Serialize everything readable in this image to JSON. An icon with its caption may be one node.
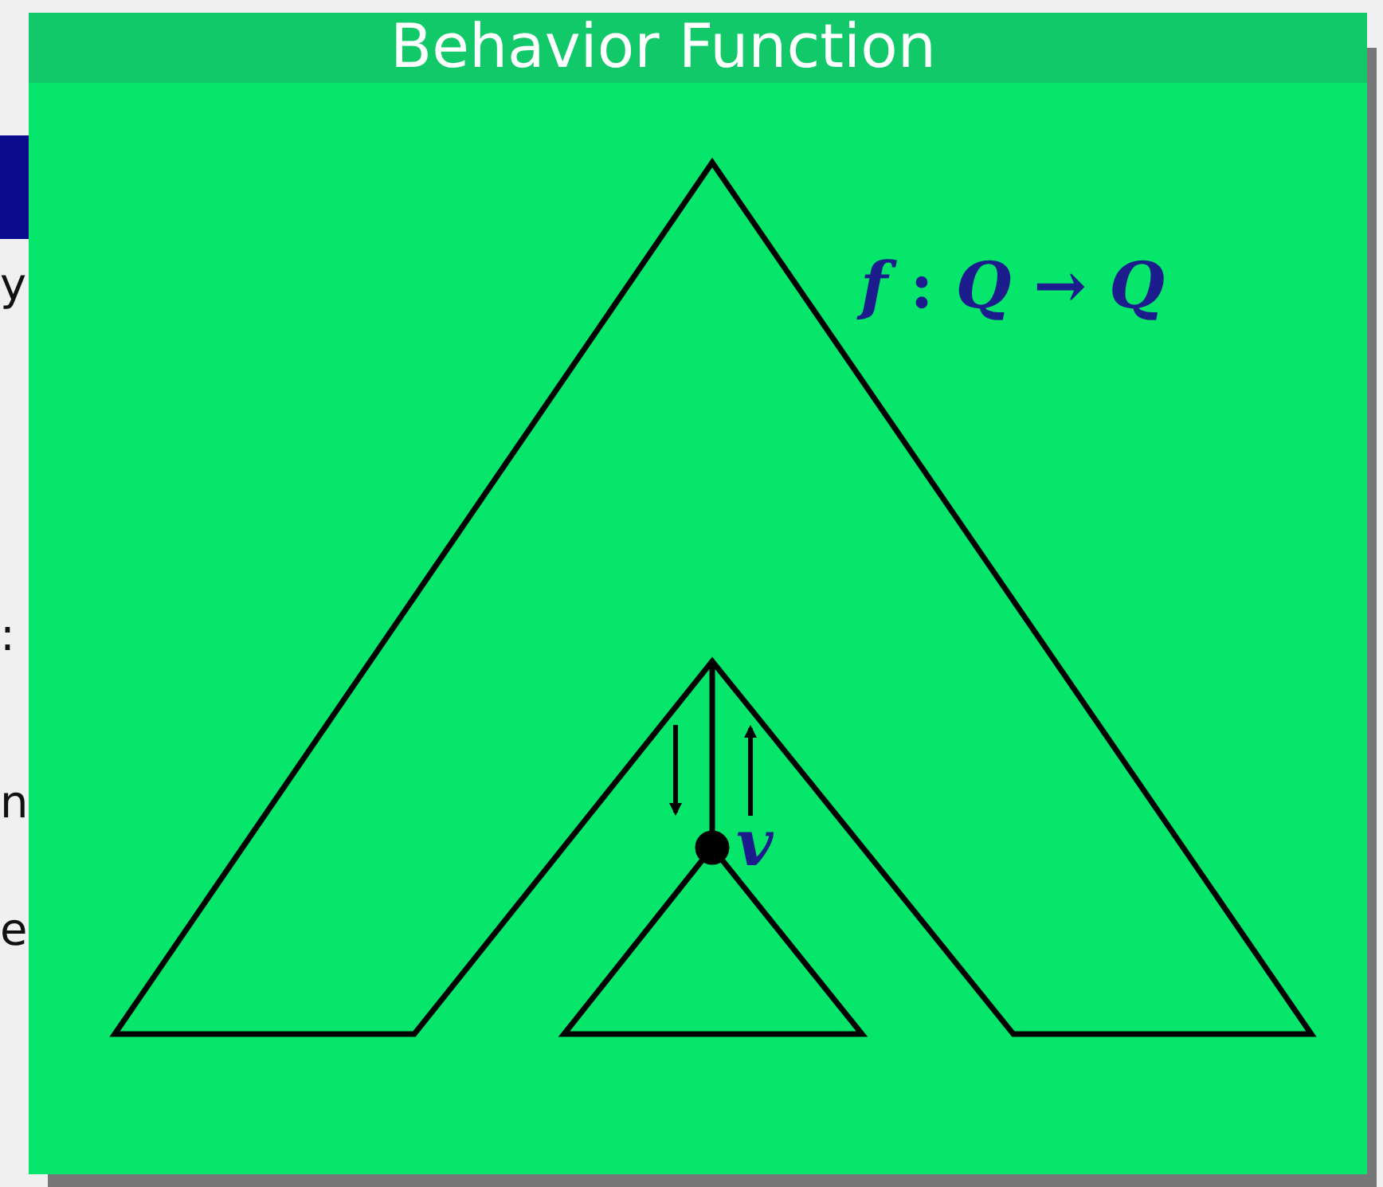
{
  "diagram": {
    "title": "Behavior Function",
    "labels": [
      "y",
      ":",
      "n",
      "e",
      "*f* : *Q* → *Q*",
      "*v*"
    ]
  }
}
